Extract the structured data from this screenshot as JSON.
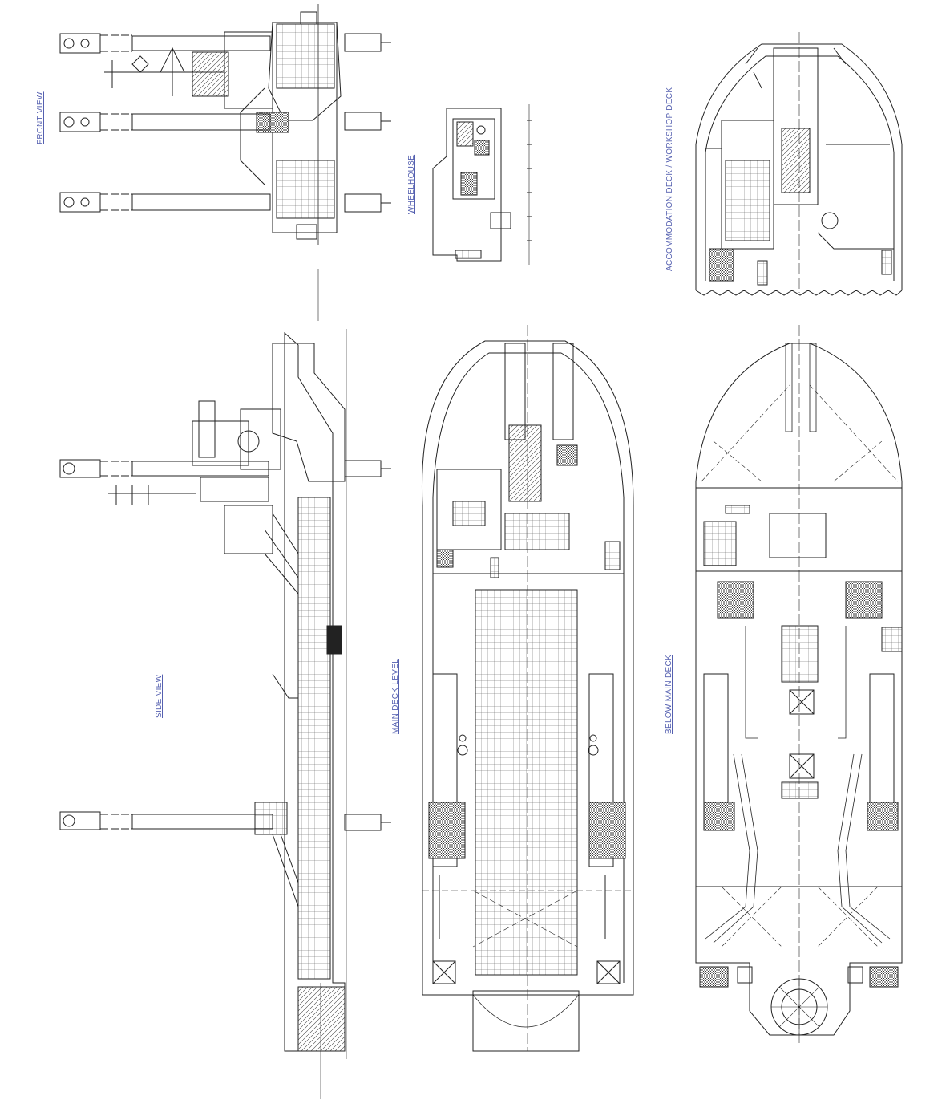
{
  "drawing": {
    "views": {
      "front_view": "FRONT VIEW",
      "wheelhouse": "WHEELHOUSE",
      "accommodation": "ACCOMMODATION DECK / WORKSHOP DECK",
      "side_view": "SIDE VIEW",
      "main_deck": "MAIN DECK LEVEL",
      "below_main_deck": "BELOW MAIN DECK"
    },
    "colors": {
      "line": "#222222",
      "label": "#5560b0",
      "fill": "#ffffff"
    }
  }
}
